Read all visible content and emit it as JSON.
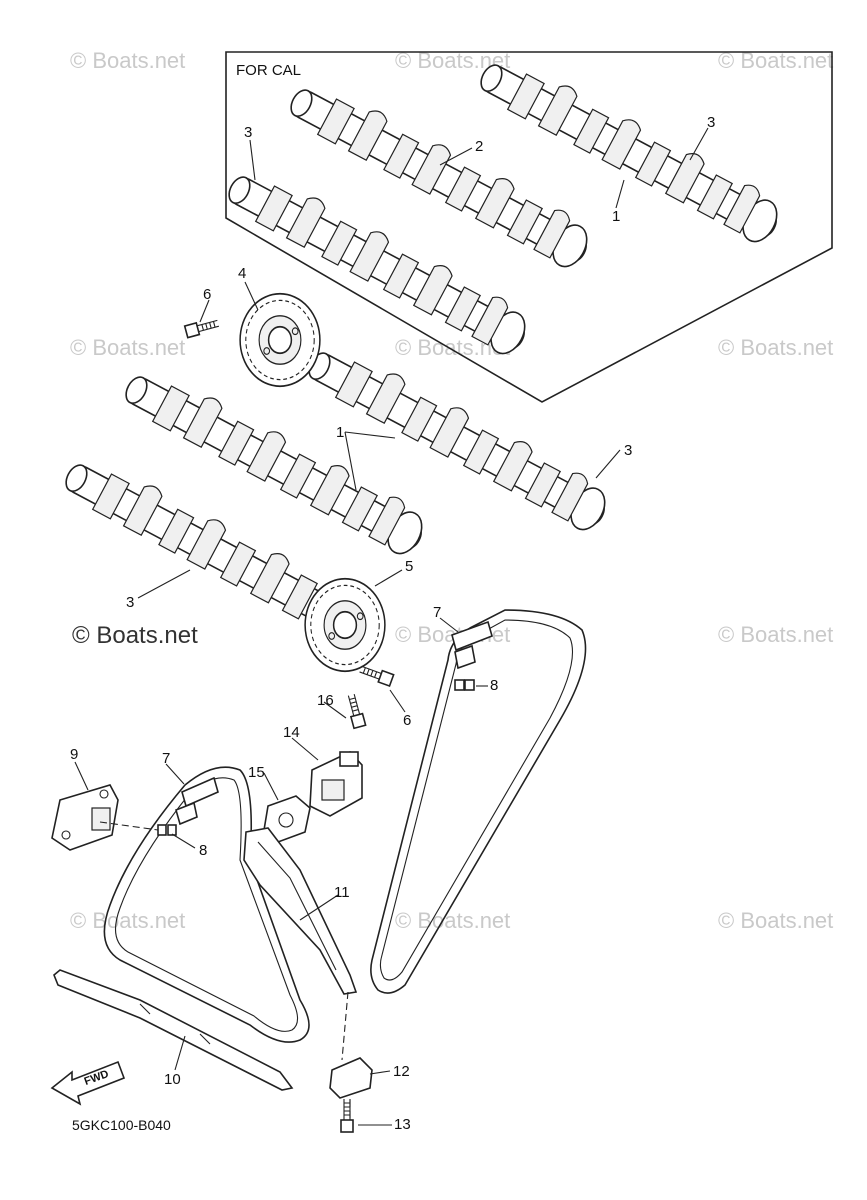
{
  "diagram": {
    "inset_label": "FOR CAL",
    "drawing_code": "5GKC100-B040",
    "fwd_label": "FWD",
    "watermark": "© Boats.net",
    "callouts": {
      "c1a": "1",
      "c2": "2",
      "c3a": "3",
      "c3b": "3",
      "c4": "4",
      "c6a": "6",
      "c1b": "1",
      "c3c": "3",
      "c3d": "3",
      "c5": "5",
      "c7a": "7",
      "c8a": "8",
      "c6b": "6",
      "c16": "16",
      "c14": "14",
      "c9": "9",
      "c7b": "7",
      "c15": "15",
      "c8b": "8",
      "c11": "11",
      "c10": "10",
      "c12": "12",
      "c13": "13"
    }
  }
}
